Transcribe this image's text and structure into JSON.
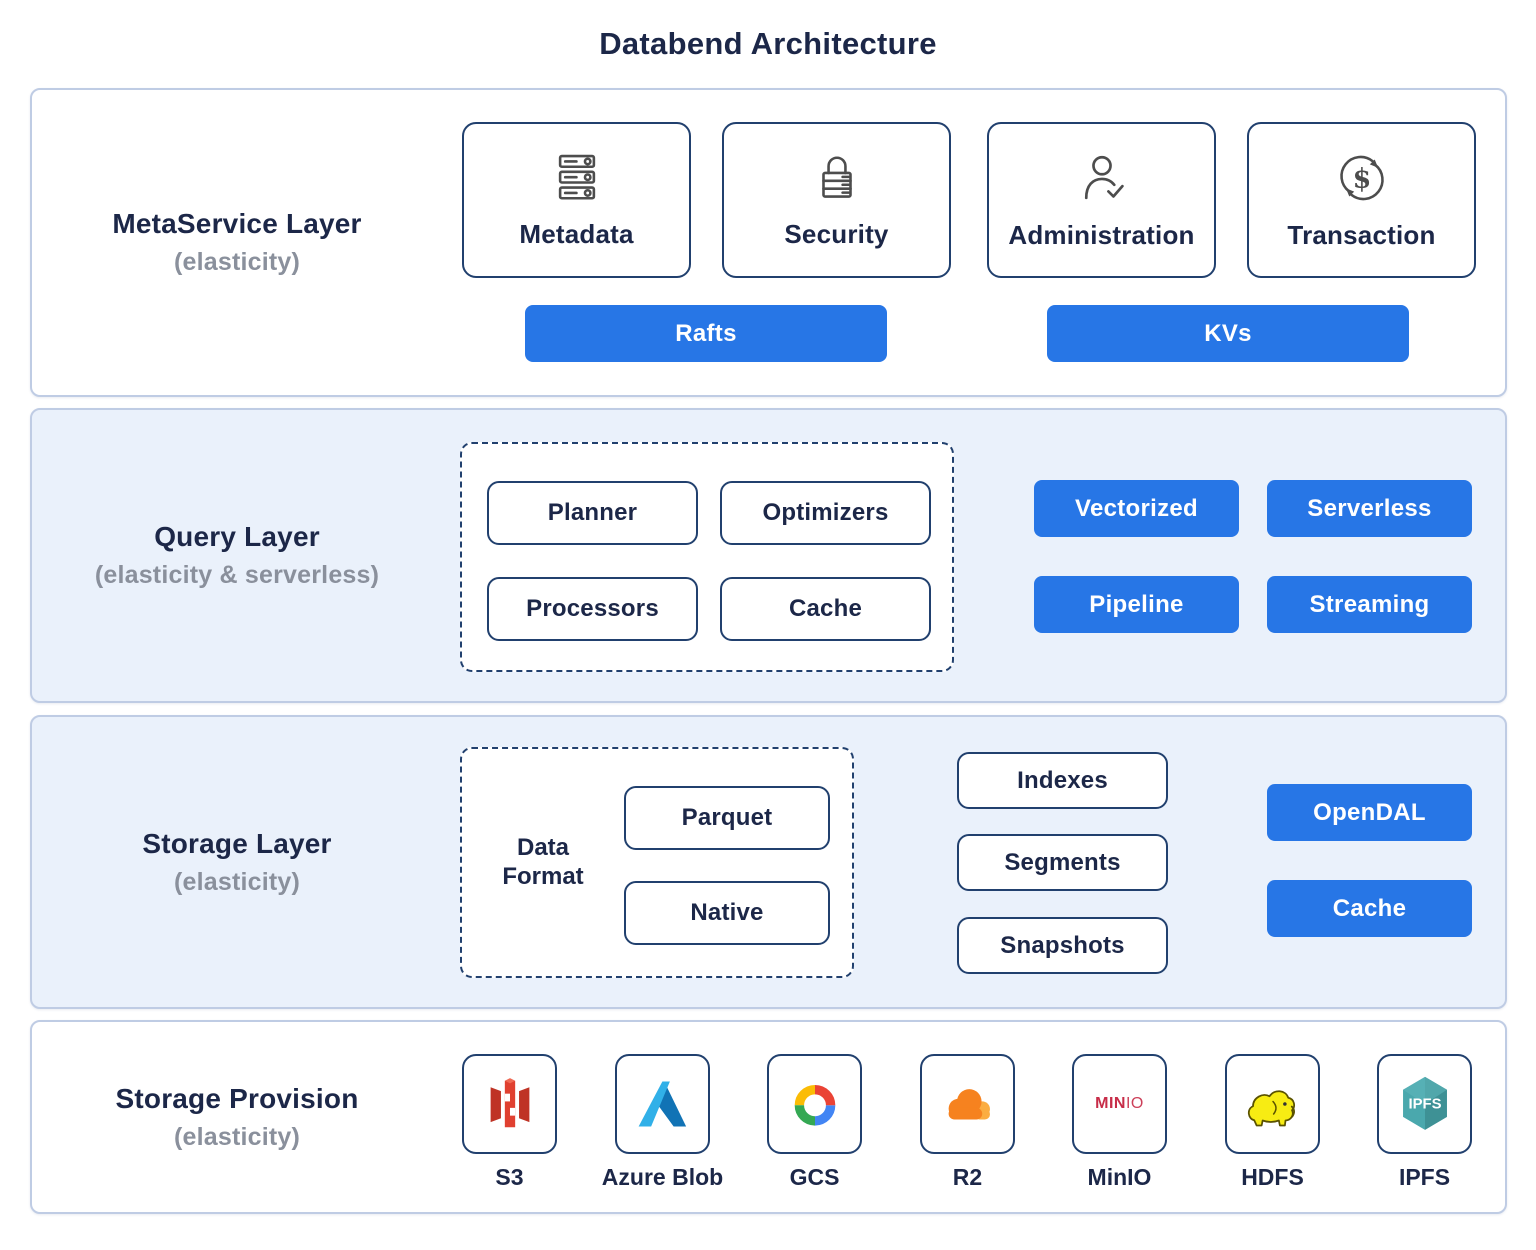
{
  "title": "Databend Architecture",
  "colors": {
    "accent_blue": "#2776e6",
    "navy": "#1c2748",
    "muted_gray": "#8a909c",
    "layer_tint": "#eaf1fb",
    "layer_border": "#bfcce4",
    "box_border": "#21406e",
    "icon_gray": "#4d4d4d"
  },
  "meta_layer": {
    "name": "MetaService Layer",
    "subtitle": "(elasticity)",
    "cards": [
      {
        "label": "Metadata",
        "icon": "server-icon"
      },
      {
        "label": "Security",
        "icon": "lock-icon"
      },
      {
        "label": "Administration",
        "icon": "user-check-icon"
      },
      {
        "label": "Transaction",
        "icon": "dollar-cycle-icon"
      }
    ],
    "buttons": [
      {
        "label": "Rafts"
      },
      {
        "label": "KVs"
      }
    ]
  },
  "query_layer": {
    "name": "Query Layer",
    "subtitle": "(elasticity & serverless)",
    "engine_boxes": [
      "Planner",
      "Optimizers",
      "Processors",
      "Cache"
    ],
    "feature_buttons": [
      "Vectorized",
      "Serverless",
      "Pipeline",
      "Streaming"
    ]
  },
  "storage_layer": {
    "name": "Storage Layer",
    "subtitle": "(elasticity)",
    "data_format_label": "Data Format",
    "formats": [
      "Parquet",
      "Native"
    ],
    "structures": [
      "Indexes",
      "Segments",
      "Snapshots"
    ],
    "access_buttons": [
      "OpenDAL",
      "Cache"
    ]
  },
  "provision_layer": {
    "name": "Storage Provision",
    "subtitle": "(elasticity)",
    "providers": [
      {
        "label": "S3",
        "icon": "s3-icon"
      },
      {
        "label": "Azure Blob",
        "icon": "azure-icon"
      },
      {
        "label": "GCS",
        "icon": "gcs-icon"
      },
      {
        "label": "R2",
        "icon": "cloudflare-icon"
      },
      {
        "label": "MinIO",
        "icon": "minio-icon"
      },
      {
        "label": "HDFS",
        "icon": "hadoop-icon"
      },
      {
        "label": "IPFS",
        "icon": "ipfs-icon"
      }
    ]
  }
}
